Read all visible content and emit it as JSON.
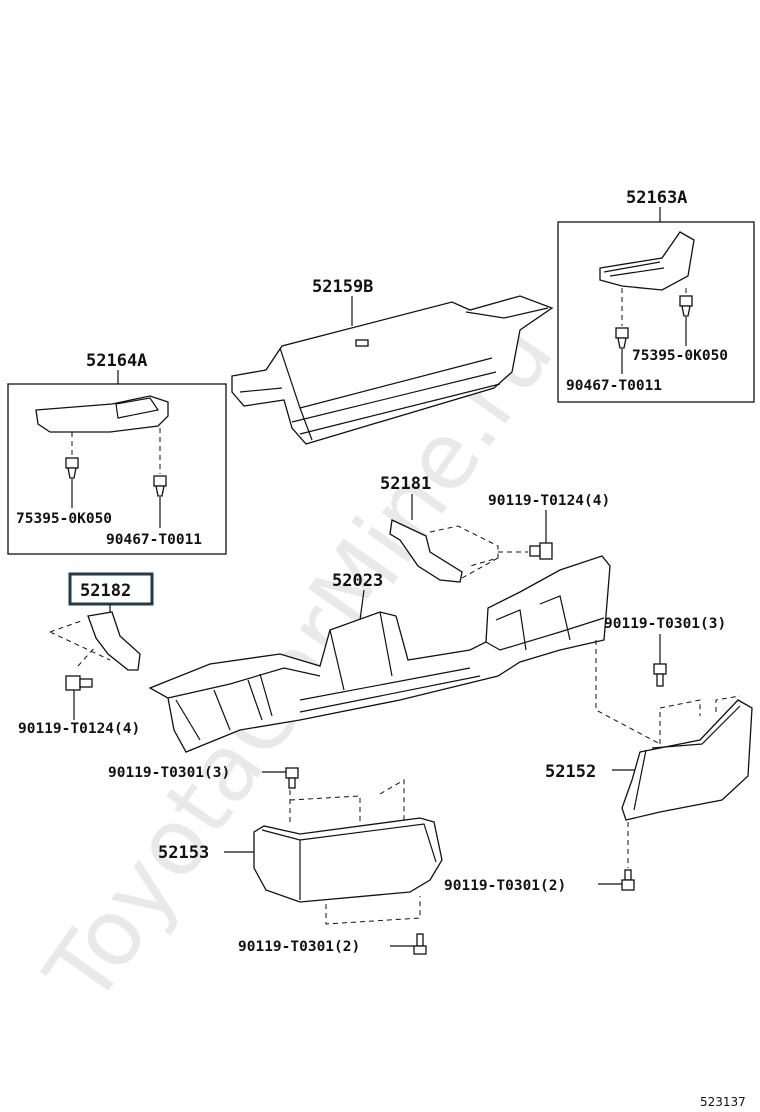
{
  "watermark": "ToyotaCarMine.ru",
  "labels": {
    "p52163A": "52163A",
    "p52159B": "52159B",
    "p52164A": "52164A",
    "p75395_right": "75395-0K050",
    "p90467_right": "90467-T0011",
    "p75395_left": "75395-0K050",
    "p90467_left": "90467-T0011",
    "p52181": "52181",
    "p90119_T0124_top": "90119-T0124(4)",
    "p52182": "52182",
    "p52023": "52023",
    "p90119_T0301_r3": "90119-T0301(3)",
    "p90119_T0124_left": "90119-T0124(4)",
    "p90119_T0301_l3": "90119-T0301(3)",
    "p52152": "52152",
    "p52153": "52153",
    "p90119_T0301_r2": "90119-T0301(2)",
    "p90119_T0301_l2": "90119-T0301(2)",
    "diagram_id": "523137"
  }
}
